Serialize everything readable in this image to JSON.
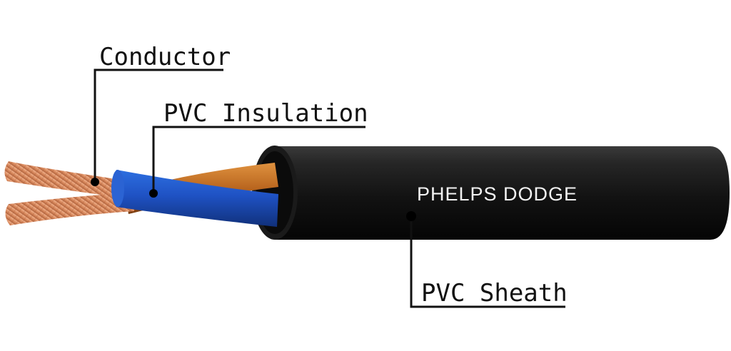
{
  "labels": {
    "conductor": "Conductor",
    "insulation": "PVC Insulation",
    "sheath": "PVC Sheath"
  },
  "cable": {
    "brand": "PHELPS DODGE"
  },
  "colors": {
    "sheath": "#151515",
    "insulation_blue": "#1f4fb8",
    "insulation_brown": "#c06a22",
    "copper": "#d98a5e",
    "leader": "#111111"
  }
}
